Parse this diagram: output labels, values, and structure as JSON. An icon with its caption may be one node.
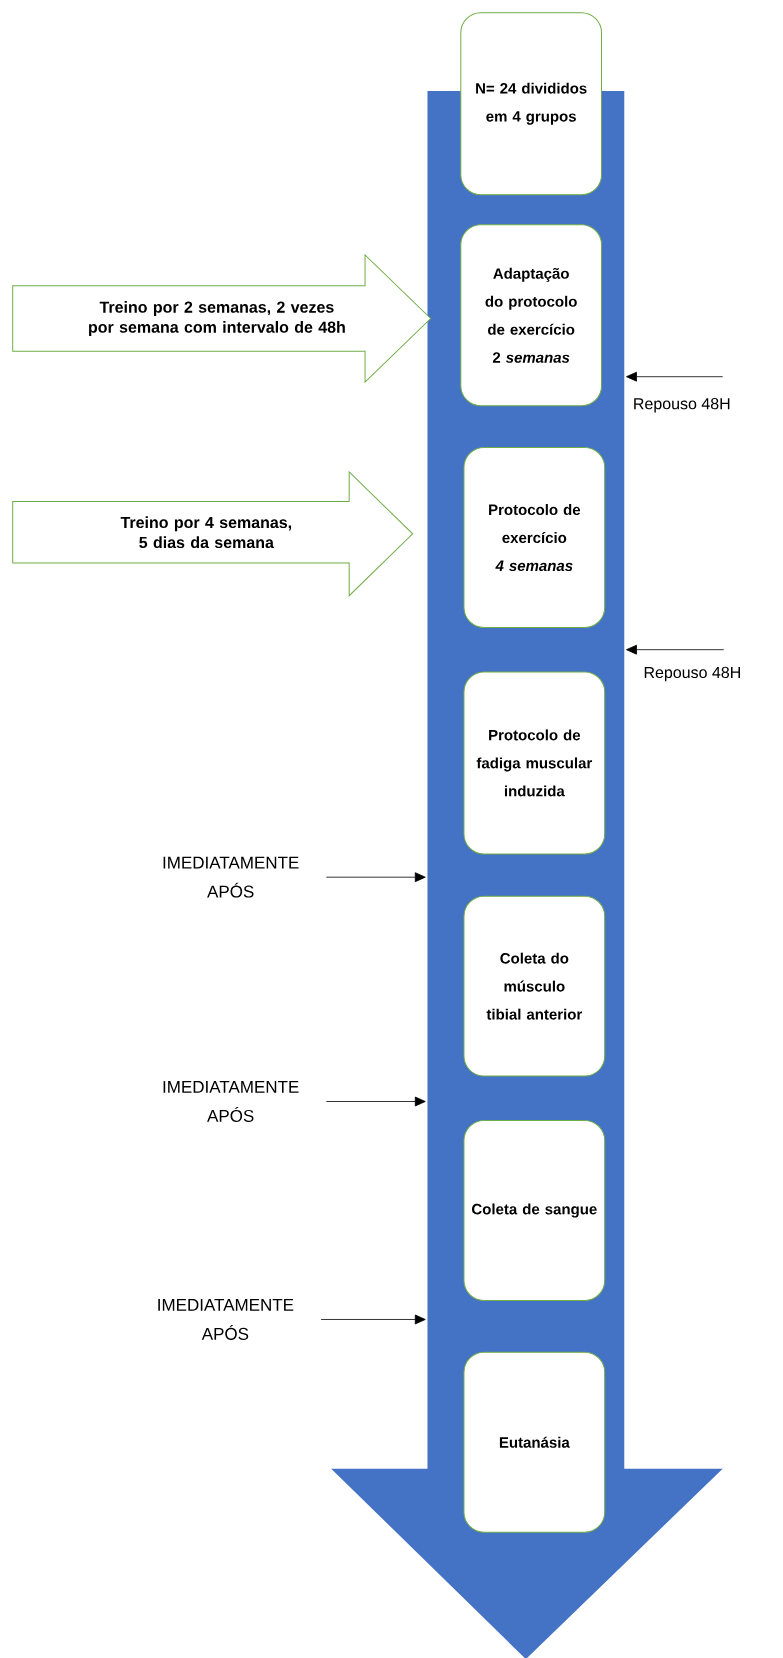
{
  "diagram": {
    "nodes": [
      {
        "text": [],
        "shape": "arrow"
      },
      {
        "text": [
          "N= 24 divididos em 4 grupos"
        ]
      },
      {
        "text": [
          "Treino por 2 semanas, 2 vezes por semana com intervalo de 48h"
        ]
      },
      {
        "text": [
          "Adaptação do protocolo de exercício 2 *semanas*"
        ],
        "in": 0
      },
      {
        "text": [
          "Repouso 48H"
        ]
      },
      {
        "text": [
          "Treino por 4 semanas, 5 dias da semana"
        ]
      },
      {
        "text": [
          "Protocolo de exercício *4 semanas*"
        ],
        "in": 0
      },
      {
        "text": [
          "Repouso 48H"
        ]
      },
      {
        "text": [
          "Protocolo de fadiga muscular induzida"
        ],
        "in": 0
      },
      {
        "text": [
          "IMEDIATAMENTE APÓS"
        ]
      },
      {
        "text": [
          "Coleta do músculo tibial anterior"
        ],
        "in": 0
      },
      {
        "text": [
          "IMEDIATAMENTE APÓS"
        ]
      },
      {
        "text": [
          "Coleta de sangue"
        ],
        "in": 0
      },
      {
        "text": [
          "IMEDIATAMENTE APÓS"
        ]
      },
      {
        "text": [
          "Eutanásia"
        ],
        "in": 0
      }
    ],
    "edges": [
      {
        "from": 4,
        "to": 0,
        "arrow": "to"
      },
      {
        "from": 7,
        "to": 0,
        "arrow": "to"
      },
      {
        "from": 9,
        "to": 0,
        "arrow": "to"
      },
      {
        "from": 11,
        "to": 0,
        "arrow": "to"
      },
      {
        "from": 13,
        "to": 0,
        "arrow": "to"
      }
    ]
  }
}
